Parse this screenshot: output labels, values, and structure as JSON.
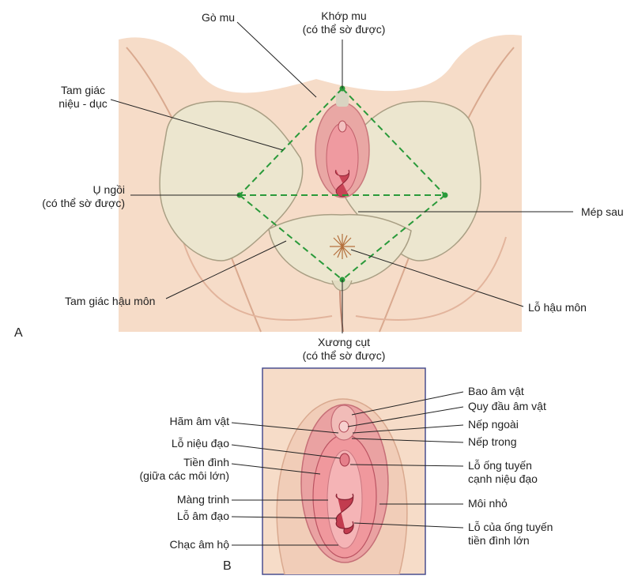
{
  "panel_a": {
    "letter": "A",
    "labels": {
      "mons_pubis": "Gò mu",
      "pubic_symphysis_1": "Khớp mu",
      "pubic_symphysis_2": "(có thể sờ được)",
      "urogenital_triangle_1": "Tam giác",
      "urogenital_triangle_2": "niệu - dục",
      "ischial_tuberosity_1": "Ụ ngồi",
      "ischial_tuberosity_2": "(có thể sờ được)",
      "posterior_commissure": "Mép sau",
      "anal_triangle": "Tam giác hậu môn",
      "anus": "Lỗ hậu môn",
      "coccyx_1": "Xương cụt",
      "coccyx_2": "(có thể sờ được)"
    }
  },
  "panel_b": {
    "letter": "B",
    "labels_left": {
      "frenulum_clitoris": "Hãm âm vật",
      "urethral_orifice": "Lỗ niệu đạo",
      "vestibule_1": "Tiền đình",
      "vestibule_2": "(giữa các môi lớn)",
      "hymen": "Màng trinh",
      "vaginal_orifice": "Lỗ âm đạo",
      "fourchette": "Chạc âm hộ"
    },
    "labels_right": {
      "clitoral_hood": "Bao âm vật",
      "glans_clitoris": "Quy đầu âm vật",
      "outer_fold": "Nếp ngoài",
      "inner_fold": "Nếp trong",
      "paraurethral_1": "Lỗ ống tuyến",
      "paraurethral_2": "cạnh niệu đạo",
      "labia_minora": "Môi nhỏ",
      "bartholin_1": "Lỗ của ống tuyến",
      "bartholin_2": "tiền đình lớn"
    }
  },
  "colors": {
    "skin": "#f6dcc8",
    "skin_shadow": "#e9bfa6",
    "bone": "#ece6cf",
    "bone_edge": "#a99f84",
    "tissue": "#e88f96",
    "tissue_dark": "#b83b4a",
    "triangle_line": "#2a9a3a",
    "panel_border": "#4a4f8f"
  }
}
